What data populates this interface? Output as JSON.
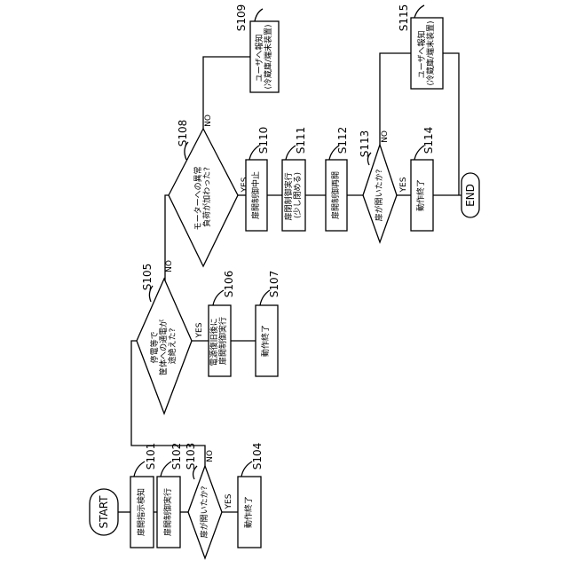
{
  "terminals": {
    "start": "START",
    "end": "END"
  },
  "steps": {
    "s101": {
      "id": "S101",
      "lines": [
        "扉開指示検知"
      ]
    },
    "s102": {
      "id": "S102",
      "lines": [
        "扉開制御実行"
      ]
    },
    "s103": {
      "id": "S103",
      "lines": [
        "扉が開いたか?"
      ]
    },
    "s104": {
      "id": "S104",
      "lines": [
        "動作終了"
      ]
    },
    "s105": {
      "id": "S105",
      "lines": [
        "停電等で",
        "筐体への通電が",
        "途絶えた?"
      ]
    },
    "s106": {
      "id": "S106",
      "lines": [
        "電源復旧後に",
        "扉開制御実行"
      ]
    },
    "s107": {
      "id": "S107",
      "lines": [
        "動作終了"
      ]
    },
    "s108": {
      "id": "S108",
      "lines": [
        "モーターへの異常",
        "負荷が加わった?"
      ]
    },
    "s109": {
      "id": "S109",
      "lines": [
        "ユーザへ報知",
        "(冷蔵庫/端末装置)"
      ]
    },
    "s110": {
      "id": "S110",
      "lines": [
        "扉開制御中止"
      ]
    },
    "s111": {
      "id": "S111",
      "lines": [
        "扉閉制御実行",
        "(少し閉める)"
      ]
    },
    "s112": {
      "id": "S112",
      "lines": [
        "扉開制御再開"
      ]
    },
    "s113": {
      "id": "S113",
      "lines": [
        "扉が開いたか?"
      ]
    },
    "s114": {
      "id": "S114",
      "lines": [
        "動作終了"
      ]
    },
    "s115": {
      "id": "S115",
      "lines": [
        "ユーザへ報知",
        "(冷蔵庫/端末装置)"
      ]
    }
  },
  "branches": {
    "yes": "YES",
    "no": "NO"
  }
}
